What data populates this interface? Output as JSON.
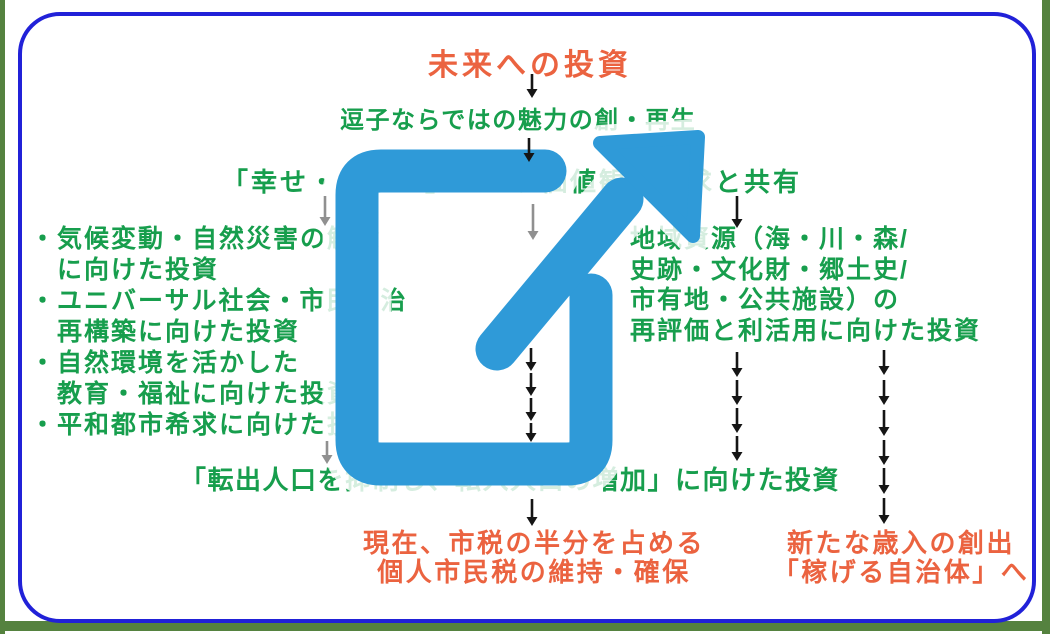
{
  "colors": {
    "green_text": "#179e4d",
    "red_text": "#eb6340",
    "icon_blue": "#2f9ad8",
    "border_blue": "#2121d8",
    "edge_green": "#55823f",
    "black_arrow": "#151515",
    "gray_arrow": "#909090",
    "halo_white": "#ffffff"
  },
  "diagram": {
    "title": "未来への投資",
    "level2": "逗子ならではの魅力の創・再生",
    "level3": "「幸せ・豊かさ」という価値観の追求と共有",
    "left_block": {
      "lines": [
        "・気候変動・自然災害の解除",
        "　に向けた投資",
        "・ユニバーサル社会・市民自治",
        "　再構築に向けた投資",
        "・自然環境を活かした",
        "　教育・福祉に向けた投資",
        "・平和都市希求に向けた投資"
      ]
    },
    "right_block": {
      "lines": [
        "地域資源（海・川・森/",
        "史跡・文化財・郷土史/",
        "市有地・公共施設）の",
        "再評価と利活用に向けた投資"
      ]
    },
    "level4": "「転出人口を抑制し、転入人口の増加」に向けた投資",
    "outcome_center": {
      "line1": "現在、市税の半分を占める",
      "line2": "個人市民税の維持・確保"
    },
    "outcome_right": {
      "line1": "新たな歳入の創出",
      "line2": "「稼げる自治体」へ"
    },
    "icon": "external-link-arrow-icon"
  }
}
